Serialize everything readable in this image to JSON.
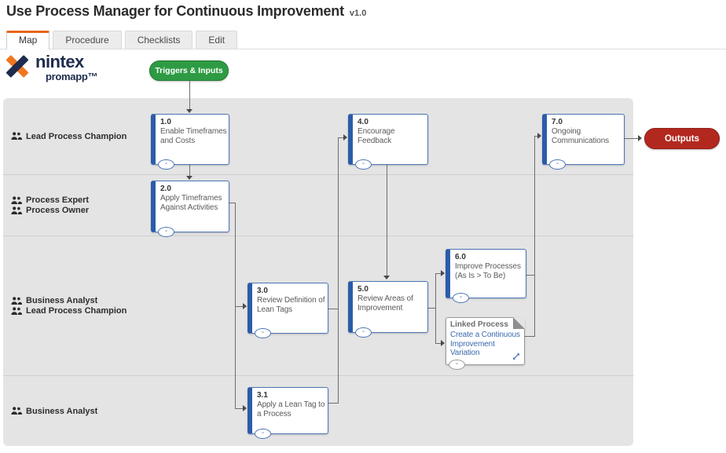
{
  "header": {
    "title": "Use Process Manager for Continuous Improvement",
    "version": "v1.0"
  },
  "tabs": [
    {
      "label": "Map",
      "active": true
    },
    {
      "label": "Procedure",
      "active": false
    },
    {
      "label": "Checklists",
      "active": false
    },
    {
      "label": "Edit",
      "active": false
    }
  ],
  "logo": {
    "brand": "nintex",
    "sub": "promapp™"
  },
  "flow": {
    "triggers_label": "Triggers & Inputs",
    "outputs_label": "Outputs"
  },
  "lanes": [
    {
      "roles": [
        "Lead Process Champion"
      ]
    },
    {
      "roles": [
        "Process Expert",
        "Process Owner"
      ]
    },
    {
      "roles": [
        "Business Analyst",
        "Lead Process Champion"
      ]
    },
    {
      "roles": [
        "Business Analyst"
      ]
    }
  ],
  "activities": [
    {
      "id": "1.0",
      "label": "Enable Timeframes and Costs"
    },
    {
      "id": "2.0",
      "label": "Apply Timeframes Against Activities"
    },
    {
      "id": "3.0",
      "label": "Review Definition of Lean Tags"
    },
    {
      "id": "3.1",
      "label": "Apply a Lean Tag to a Process"
    },
    {
      "id": "4.0",
      "label": "Encourage Feedback"
    },
    {
      "id": "5.0",
      "label": "Review Areas of Improvement"
    },
    {
      "id": "6.0",
      "label": "Improve Processes (As Is > To Be)"
    },
    {
      "id": "7.0",
      "label": "Ongoing Communications"
    }
  ],
  "linked_process": {
    "title": "Linked Process",
    "label": "Create a Continuous Improvement Variation"
  },
  "ui": {
    "collapse_glyph": "-"
  },
  "colors": {
    "accent_orange": "#e8641b",
    "triggers_green": "#2e9b44",
    "outputs_red": "#b3281e",
    "activity_blue": "#2b5ca9",
    "link_blue": "#3a6ab0"
  }
}
